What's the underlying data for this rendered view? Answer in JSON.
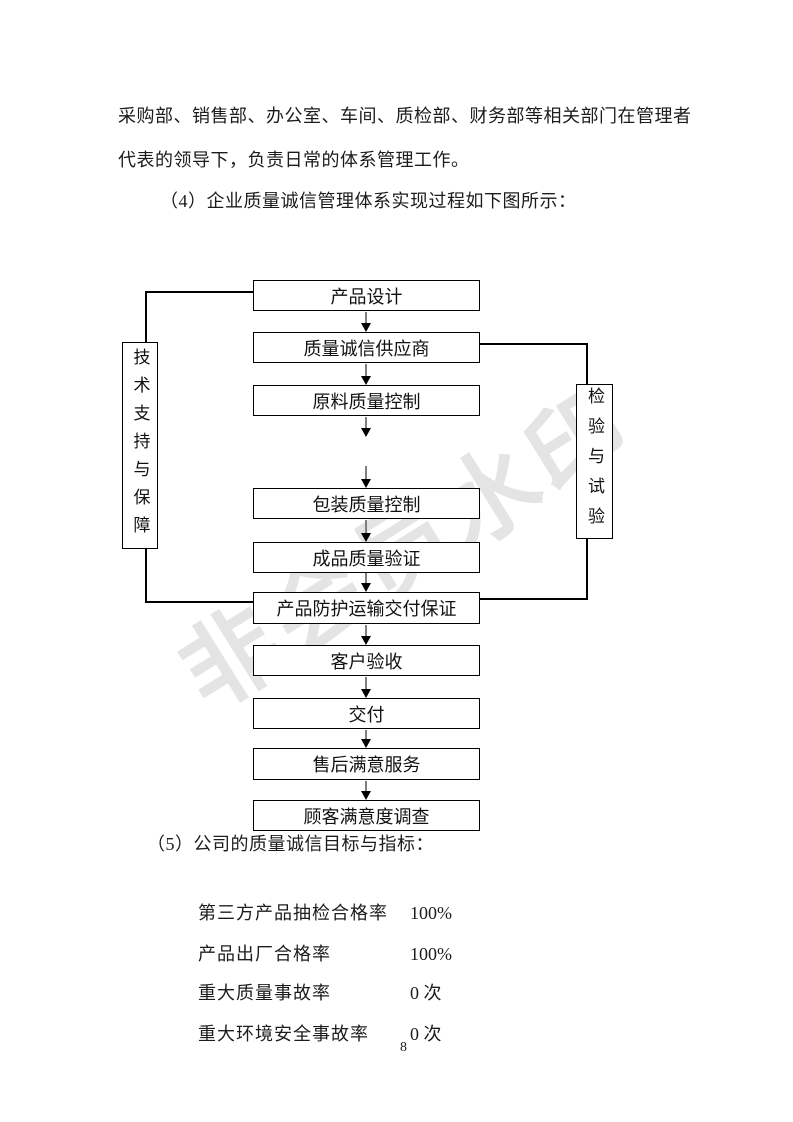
{
  "page_number": "8",
  "watermark": {
    "text": "非会员水印",
    "color": "#e4e4e4"
  },
  "paragraphs": {
    "line1": "采购部、销售部、办公室、车间、质检部、财务部等相关部门在管理者",
    "line2": "代表的领导下，负责日常的体系管理工作。",
    "item4": "（4）企业质量诚信管理体系实现过程如下图所示：",
    "item5": "（5）公司的质量诚信目标与指标："
  },
  "flowchart": {
    "main_boxes": [
      "产品设计",
      "质量诚信供应商",
      "原料质量控制",
      "包装质量控制",
      "成品质量验证",
      "产品防护运输交付保证",
      "客户验收",
      "交付",
      "售后满意服务",
      "顾客满意度调查"
    ],
    "left_box": "技术支持与保障",
    "right_box": "检验与试验"
  },
  "metrics": [
    {
      "label": "第三方产品抽检合格率",
      "value": "100%"
    },
    {
      "label": "产品出厂合格率",
      "value": "100%"
    },
    {
      "label": "重大质量事故率",
      "value": "0 次"
    },
    {
      "label": "重大环境安全事故率",
      "value": "0 次"
    }
  ],
  "colors": {
    "box_border": "#000000",
    "arrow_shaft": "#7f7f7f",
    "arrow_head": "#000000",
    "body_text": "#1c1c1c"
  }
}
